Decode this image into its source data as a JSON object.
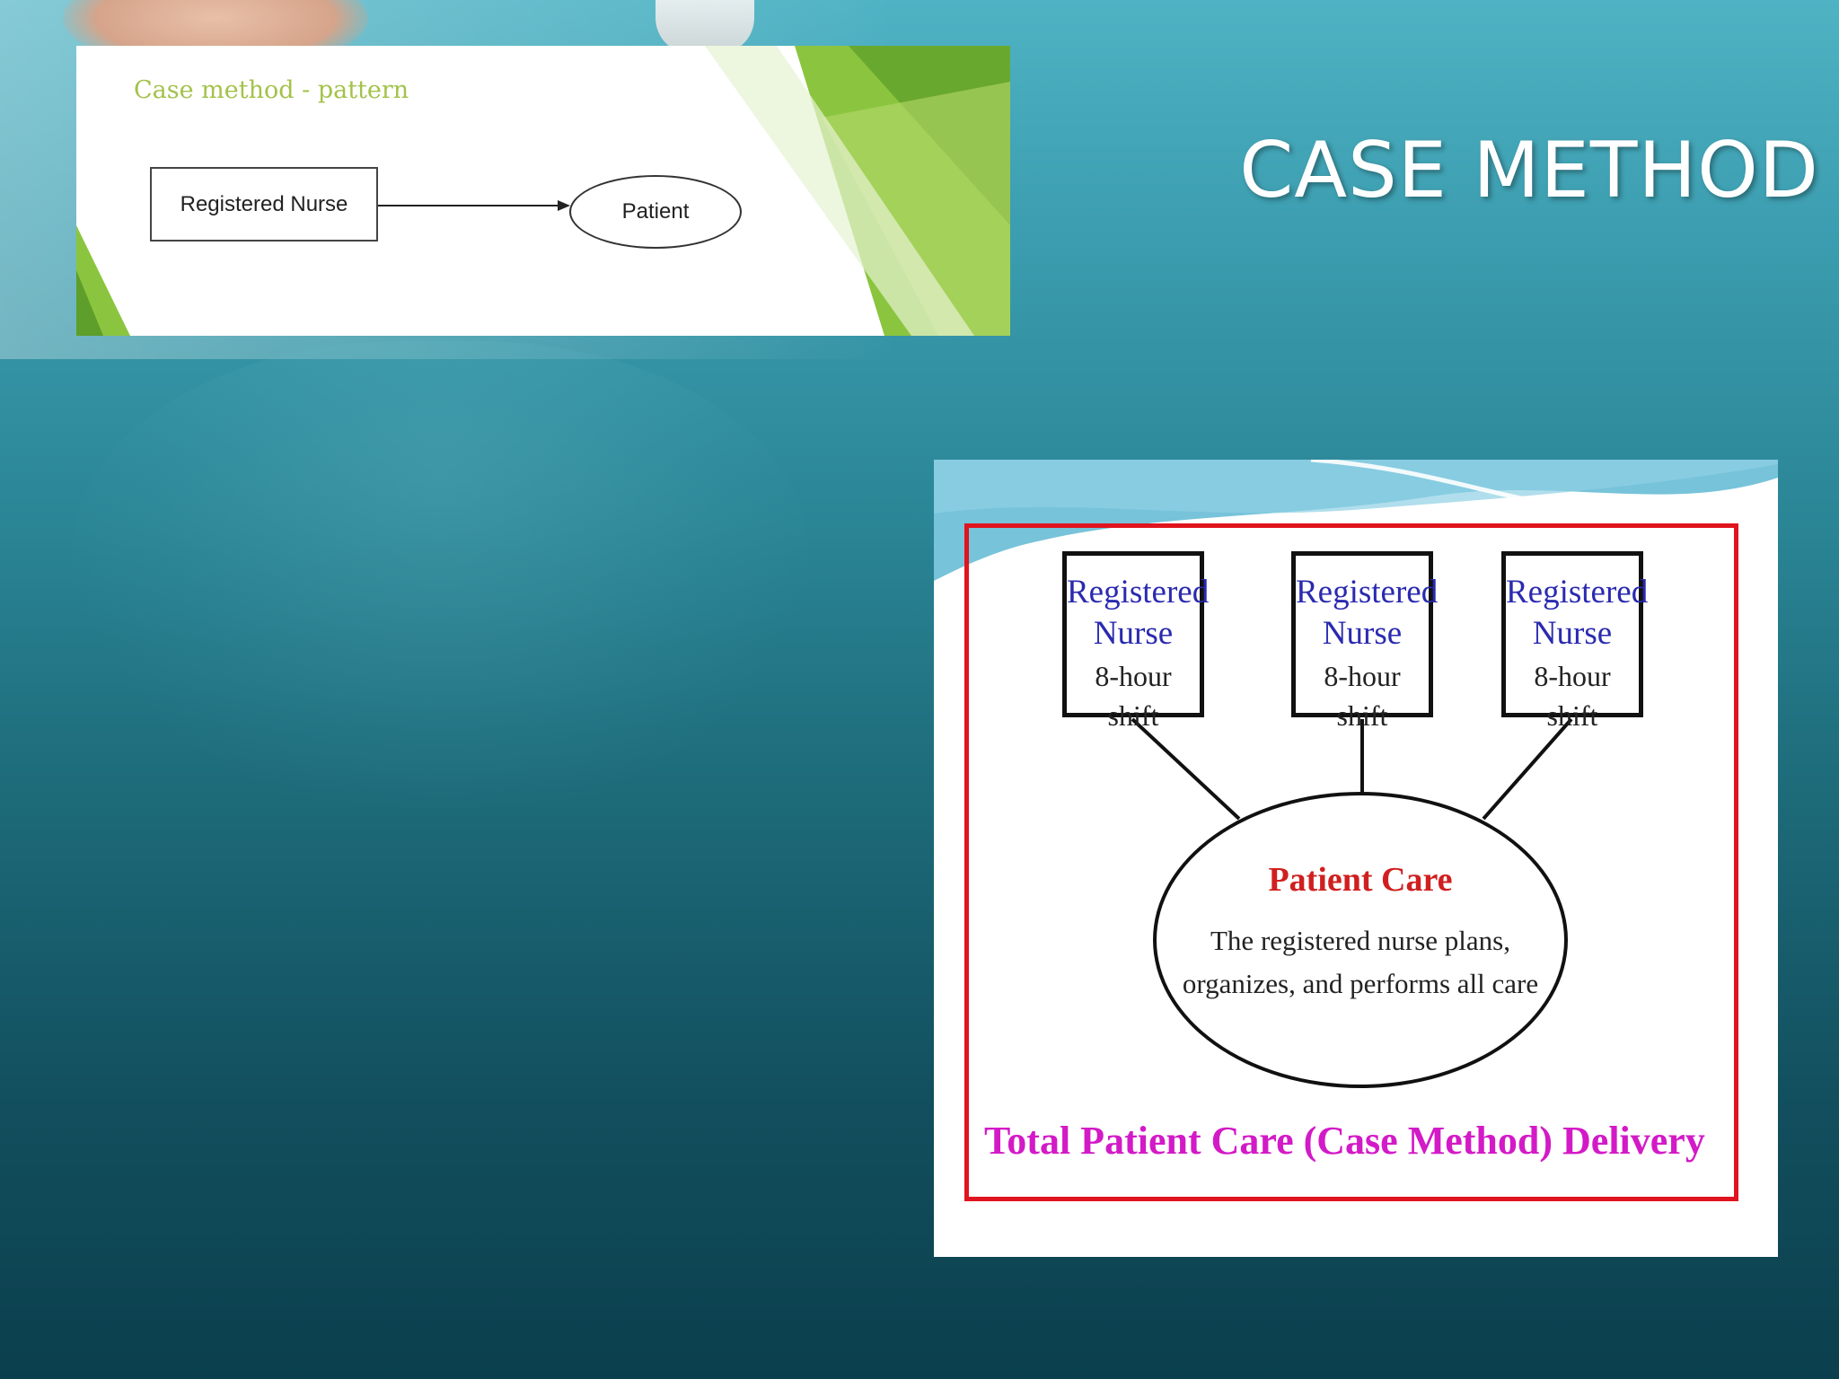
{
  "slide": {
    "title": "CASE METHOD"
  },
  "pattern_panel": {
    "title": "Case method - pattern",
    "nurse_label": "Registered Nurse",
    "patient_label": "Patient"
  },
  "delivery_diagram": {
    "nurses": [
      {
        "role": "Registered Nurse",
        "shift": "8-hour shift"
      },
      {
        "role": "Registered Nurse",
        "shift": "8-hour shift"
      },
      {
        "role": "Registered Nurse",
        "shift": "8-hour shift"
      }
    ],
    "care_title": "Patient Care",
    "care_description": "The registered nurse plans, organizes, and performs all care",
    "footer": "Total Patient Care (Case Method) Delivery"
  },
  "colors": {
    "pattern_title": "#a3c24a",
    "frame_border": "#e0141e",
    "nurse_text": "#2a2ab0",
    "care_title": "#d01f1f",
    "footer_text": "#d31ac7",
    "accent_green": "#8bc53f"
  }
}
